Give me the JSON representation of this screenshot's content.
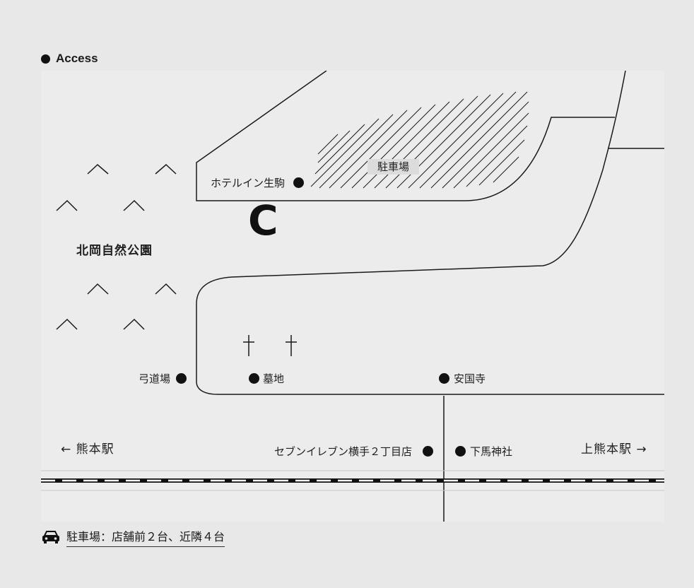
{
  "section": {
    "title": "Access"
  },
  "map": {
    "area_label": "北岡自然公園",
    "parking_label": "駐車場",
    "logo": "C",
    "places": [
      {
        "id": "hotel",
        "label": "ホテルイン生駒"
      },
      {
        "id": "kyudojo",
        "label": "弓道場"
      },
      {
        "id": "bochi",
        "label": "墓地"
      },
      {
        "id": "ankokuji",
        "label": "安国寺"
      },
      {
        "id": "seven",
        "label": "セブンイレブン横手２丁目店"
      },
      {
        "id": "shimouma",
        "label": "下馬神社"
      }
    ],
    "stations": {
      "left": "← 熊本駅",
      "right": "上熊本駅 →"
    }
  },
  "footer": {
    "icon": "car-icon",
    "note": "駐車場：店舗前２台、近隣４台"
  }
}
